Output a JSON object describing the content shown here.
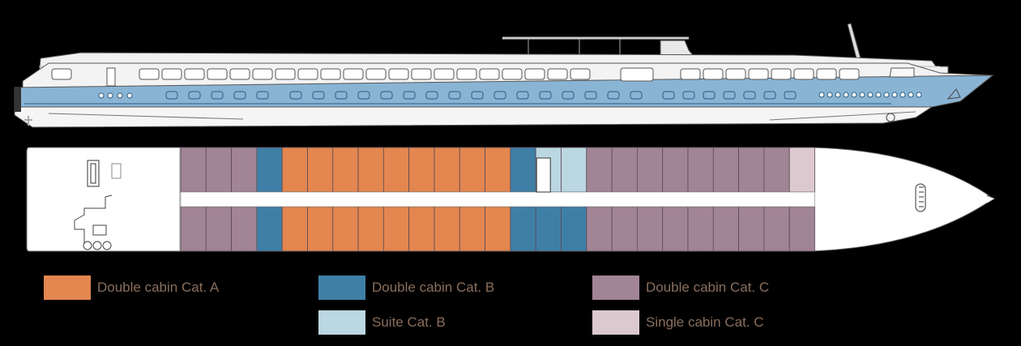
{
  "colors": {
    "cat_a": "#E3864F",
    "cat_b": "#3F7FA6",
    "cat_c": "#A18495",
    "suite_b": "#BBD7E1",
    "single_c": "#DCC9D0",
    "hull_blue": "#8AB4D4",
    "legend_text": "#8A6E5C"
  },
  "deck_plan": {
    "top_row": [
      "cat_c",
      "cat_c",
      "cat_c",
      "cat_b",
      "cat_a",
      "cat_a",
      "cat_a",
      "cat_a",
      "cat_a",
      "cat_a",
      "cat_a",
      "cat_a",
      "cat_a",
      "cat_b",
      "suite_b",
      "suite_b",
      "cat_c",
      "cat_c",
      "cat_c",
      "cat_c",
      "cat_c",
      "cat_c",
      "cat_c",
      "cat_c",
      "single_c"
    ],
    "bottom_row": [
      "cat_c",
      "cat_c",
      "cat_c",
      "cat_b",
      "cat_a",
      "cat_a",
      "cat_a",
      "cat_a",
      "cat_a",
      "cat_a",
      "cat_a",
      "cat_a",
      "cat_a",
      "cat_b",
      "cat_b",
      "cat_b",
      "cat_c",
      "cat_c",
      "cat_c",
      "cat_c",
      "cat_c",
      "cat_c",
      "cat_c",
      "cat_c",
      "cat_c"
    ]
  },
  "legend": [
    {
      "key": "cat_a",
      "label": "Double cabin Cat. A"
    },
    {
      "key": "cat_b",
      "label": "Double cabin Cat. B"
    },
    {
      "key": "cat_c",
      "label": "Double cabin Cat. C"
    },
    {
      "key": "suite_b",
      "label": "Suite Cat. B"
    },
    {
      "key": "single_c",
      "label": "Single cabin Cat. C"
    }
  ]
}
